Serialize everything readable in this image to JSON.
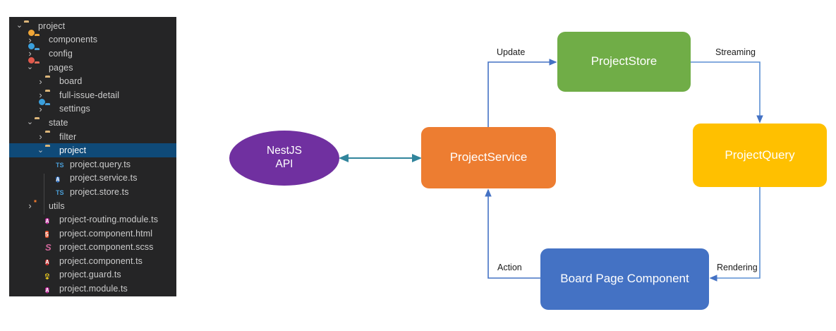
{
  "explorer": {
    "background": "#252526",
    "selected_color": "#0f4a78",
    "rows": [
      {
        "label": "project",
        "chevron": "⌄",
        "depth": 0,
        "icon": "folder-open-plain",
        "selected": false
      },
      {
        "label": "components",
        "chevron": "›",
        "depth": 1,
        "icon": "folder-components",
        "selected": false
      },
      {
        "label": "config",
        "chevron": "›",
        "depth": 1,
        "icon": "folder-config",
        "selected": false
      },
      {
        "label": "pages",
        "chevron": "⌄",
        "depth": 1,
        "icon": "folder-pages",
        "selected": false
      },
      {
        "label": "board",
        "chevron": "›",
        "depth": 2,
        "icon": "folder-plain",
        "selected": false
      },
      {
        "label": "full-issue-detail",
        "chevron": "›",
        "depth": 2,
        "icon": "folder-plain",
        "selected": false
      },
      {
        "label": "settings",
        "chevron": "›",
        "depth": 2,
        "icon": "folder-config",
        "selected": false
      },
      {
        "label": "state",
        "chevron": "⌄",
        "depth": 1,
        "icon": "folder-open-plain",
        "selected": false
      },
      {
        "label": "filter",
        "chevron": "›",
        "depth": 2,
        "icon": "folder-plain",
        "selected": false
      },
      {
        "label": "project",
        "chevron": "⌄",
        "depth": 2,
        "icon": "folder-open-plain",
        "selected": true
      },
      {
        "label": "project.query.ts",
        "chevron": "",
        "depth": 3,
        "icon": "typescript-file",
        "selected": false
      },
      {
        "label": "project.service.ts",
        "chevron": "",
        "depth": 3,
        "icon": "angular-service-file",
        "selected": false
      },
      {
        "label": "project.store.ts",
        "chevron": "",
        "depth": 3,
        "icon": "typescript-file",
        "selected": false
      },
      {
        "label": "utils",
        "chevron": "›",
        "depth": 1,
        "icon": "folder-utils",
        "selected": false
      },
      {
        "label": "project-routing.module.ts",
        "chevron": "",
        "depth": 2,
        "icon": "angular-routing-file",
        "selected": false
      },
      {
        "label": "project.component.html",
        "chevron": "",
        "depth": 2,
        "icon": "html-file",
        "selected": false
      },
      {
        "label": "project.component.scss",
        "chevron": "",
        "depth": 2,
        "icon": "scss-file",
        "selected": false
      },
      {
        "label": "project.component.ts",
        "chevron": "",
        "depth": 2,
        "icon": "angular-component-file",
        "selected": false
      },
      {
        "label": "project.guard.ts",
        "chevron": "",
        "depth": 2,
        "icon": "angular-guard-file",
        "selected": false
      },
      {
        "label": "project.module.ts",
        "chevron": "",
        "depth": 2,
        "icon": "angular-module-file",
        "selected": false
      }
    ]
  },
  "diagram": {
    "nodes": {
      "nest": {
        "label_line1": "NestJS",
        "label_line2": "API",
        "color": "#7030a0"
      },
      "service": {
        "label": "ProjectService",
        "color": "#ed7d31"
      },
      "store": {
        "label": "ProjectStore",
        "color": "#70ad47"
      },
      "query": {
        "label": "ProjectQuery",
        "color": "#ffc000"
      },
      "board": {
        "label": "Board Page Component",
        "color": "#4472c4"
      }
    },
    "edge_labels": {
      "update": "Update",
      "streaming": "Streaming",
      "rendering": "Rendering",
      "action": "Action"
    },
    "connector_color": "#4472c4",
    "api_connector_color": "#31859c"
  }
}
